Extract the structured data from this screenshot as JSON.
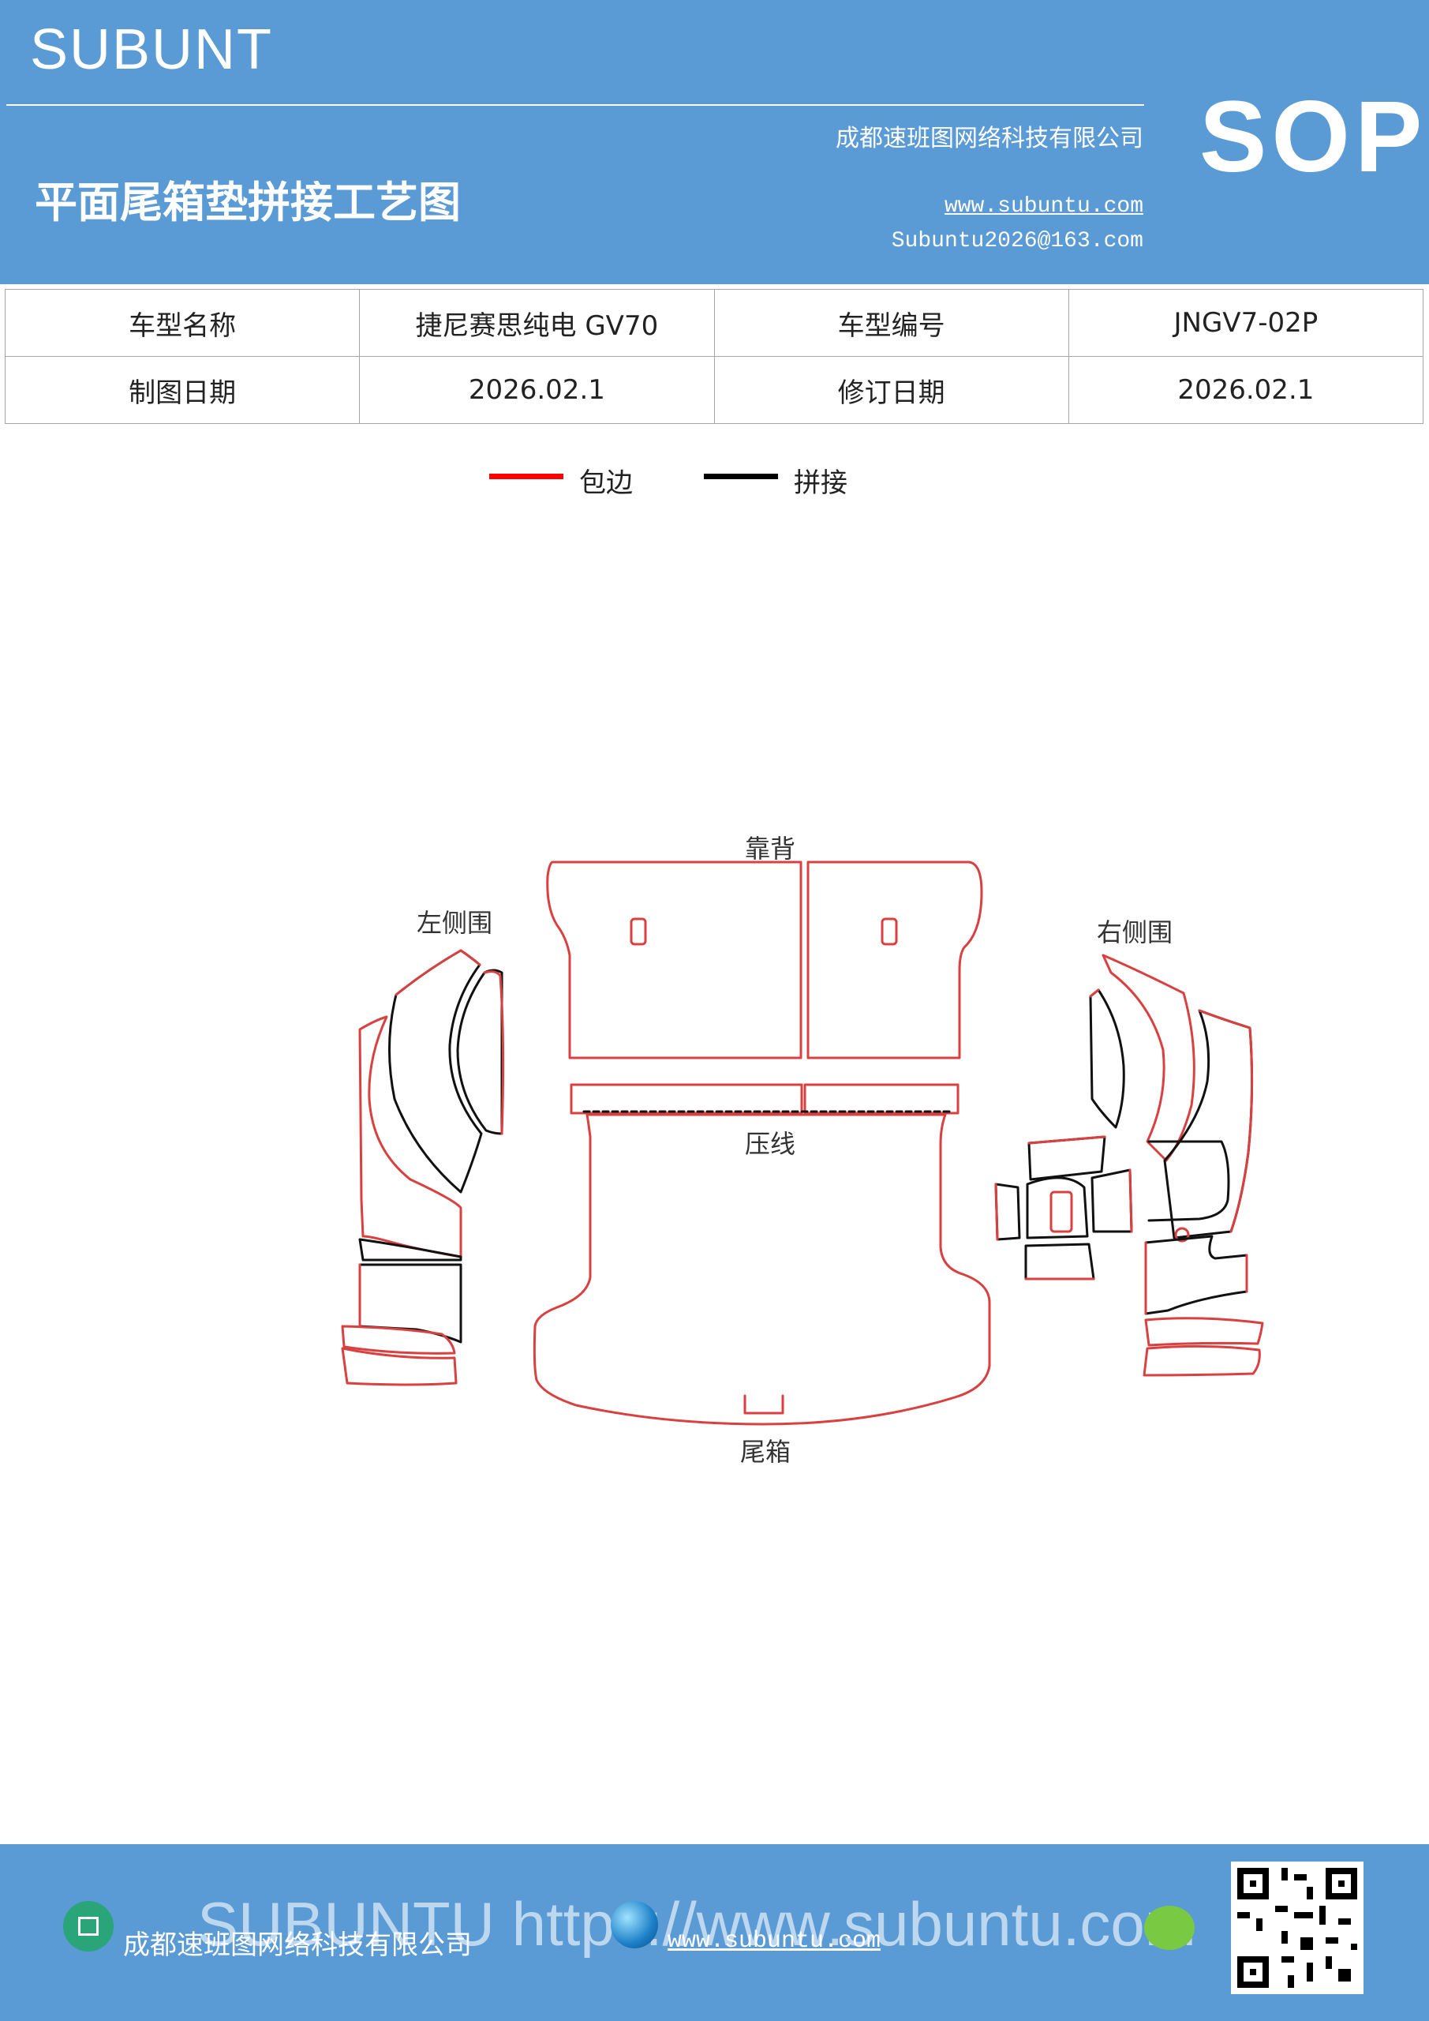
{
  "header": {
    "brand": "SUBUNT",
    "doc_title": "平面尾箱垫拼接工艺图",
    "company": "成都速班图网络科技有限公司",
    "website": "www.subuntu.com",
    "email": "Subuntu2026@163.com",
    "badge": "SOP"
  },
  "info_table": {
    "model_name_label": "车型名称",
    "model_name": "捷尼赛思纯电 GV70",
    "model_code_label": "车型编号",
    "model_code": "JNGV7-02P",
    "draw_date_label": "制图日期",
    "draw_date": "2026.02.1",
    "revise_date_label": "修订日期",
    "revise_date": "2026.02.1"
  },
  "legend": {
    "binding_label": "包边",
    "binding_color": "#ff0000",
    "splice_label": "拼接",
    "splice_color": "#000000"
  },
  "diagram": {
    "backrest": "靠背",
    "left_side": "左侧围",
    "right_side": "右侧围",
    "crease": "压线",
    "trunk": "尾箱"
  },
  "footer": {
    "company": "成都速班图网络科技有限公司",
    "website": "www.subuntu.com",
    "banner": "SUBUNTU https://www.subuntu.com",
    "icons": [
      "building-icon",
      "globe-icon",
      "wechat-icon",
      "qr-code"
    ]
  }
}
